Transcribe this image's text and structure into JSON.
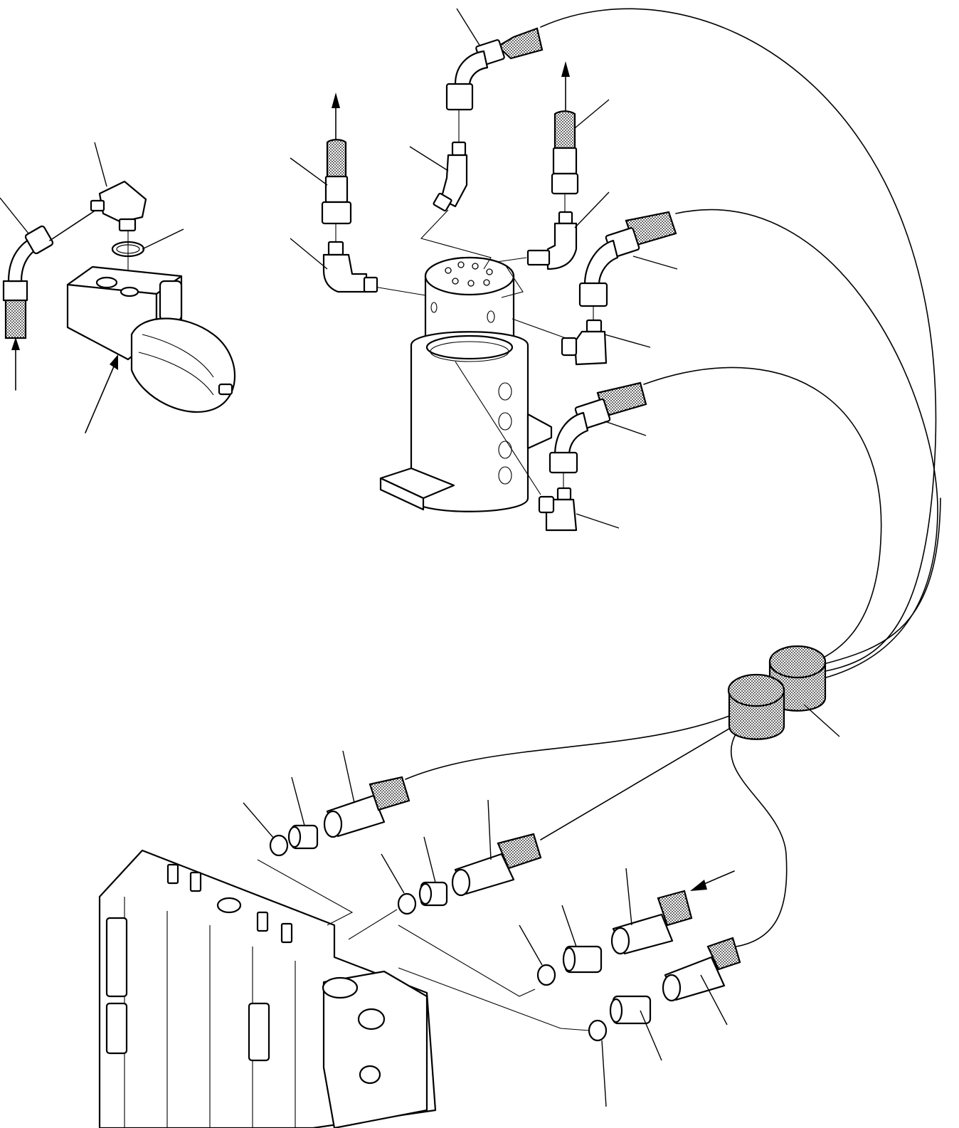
{
  "diagram": {
    "name": "hydraulic-piping-exploded-view",
    "labels": [],
    "colors": {
      "ink": "#000000",
      "paper": "#ffffff"
    },
    "assemblies": [
      "accumulator-valve-block",
      "swivel-joint",
      "hose-bundle",
      "control-valve"
    ]
  }
}
